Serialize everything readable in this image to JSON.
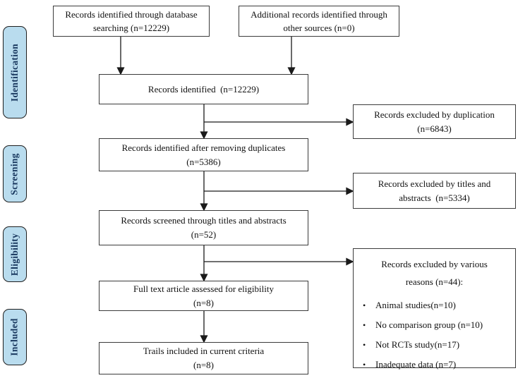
{
  "stages": [
    {
      "label": "Identification"
    },
    {
      "label": "Screening"
    },
    {
      "label": "Eligibility"
    },
    {
      "label": "Included"
    }
  ],
  "boxes": {
    "database": {
      "lines": [
        "Records identified through database",
        "searching (n=12229)"
      ]
    },
    "other_sources": {
      "lines": [
        "Additional records identified through",
        "other sources (n=0)"
      ]
    },
    "identified": {
      "lines": [
        "Records identified  (n=12229)"
      ]
    },
    "duplication_excluded": {
      "lines": [
        "Records excluded by duplication",
        "(n=6843)"
      ]
    },
    "after_duplicates": {
      "lines": [
        "Records identified after removing duplicates",
        "(n=5386)"
      ]
    },
    "titles_abstracts_excluded": {
      "lines": [
        "Records excluded by titles and",
        "abstracts  (n=5334)"
      ]
    },
    "screened": {
      "lines": [
        "Records screened through titles and abstracts",
        "(n=52)"
      ]
    },
    "fulltext": {
      "lines": [
        "Full text article assessed for eligibility",
        "(n=8)"
      ]
    },
    "various_excluded": {
      "title_lines": [
        "Records excluded by various",
        "reasons (n=44):"
      ],
      "bullets": [
        "Animal studies(n=10)",
        "No comparison group (n=10)",
        "Not RCTs study(n=17)",
        "Inadequate data (n=7)"
      ]
    },
    "included_trails": {
      "lines": [
        "Trails included in current criteria",
        "(n=8)"
      ]
    }
  },
  "colors": {
    "stage_fill": "#b9dcee",
    "stage_text": "#17365d",
    "box_border": "#3b3b3b",
    "arrow": "#1a1a1a"
  }
}
